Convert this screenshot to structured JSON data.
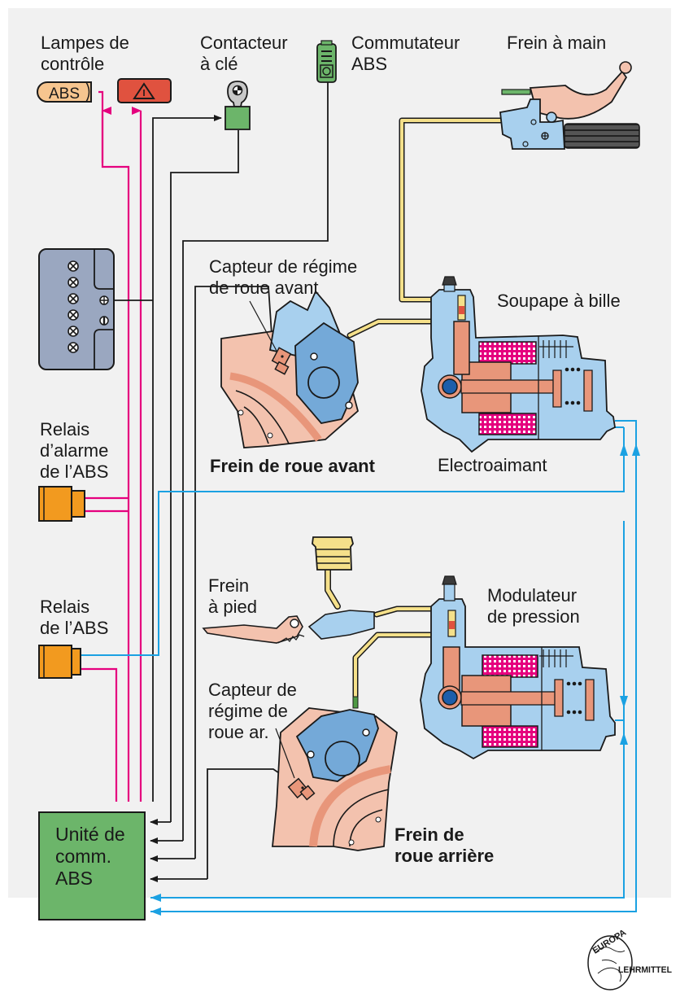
{
  "labels": {
    "control_lamps": "Lampes de\ncontrôle",
    "lamp_abs": "ABS",
    "ignition_switch": "Contacteur\nà clé",
    "abs_switch": "Commutateur\nABS",
    "hand_brake": "Frein à main",
    "front_wheel_sensor": "Capteur de régime\nde roue avant",
    "ball_valve": "Soupape à bille",
    "front_wheel_brake": "Frein de roue avant",
    "electromagnet": "Electroaimant",
    "abs_alarm_relay": "Relais\nd’alarme\nde l’ABS",
    "foot_brake": "Frein\nà pied",
    "pressure_modulator": "Modulateur\nde pression",
    "abs_relay": "Relais\nde l’ABS",
    "rear_wheel_sensor": "Capteur de\nrégime de\nroue ar.",
    "abs_control_unit": "Unité de\ncomm.\nABS",
    "rear_wheel_brake": "Frein de\nroue arrière"
  },
  "logo": {
    "top": "EUROPA",
    "bottom": "LEHRMITTEL"
  },
  "colors": {
    "background": "#f1f1f1",
    "wire_signal": "#e5007e",
    "wire_sensor": "#1a1a1a",
    "wire_modulator": "#1ba1e2",
    "hydraulic_line": "#f5e08a",
    "control_unit": "#6cb56a",
    "relay": "#f29a1f",
    "warning_lamp": "#e0523f",
    "abs_lamp": "#f6c58f",
    "battery": "#9aa7c0",
    "body_blue": "#a8d0ee",
    "part_salmon": "#e8967a",
    "wheel_pink": "#f3c2ae",
    "coil_magenta": "#e5007e"
  }
}
